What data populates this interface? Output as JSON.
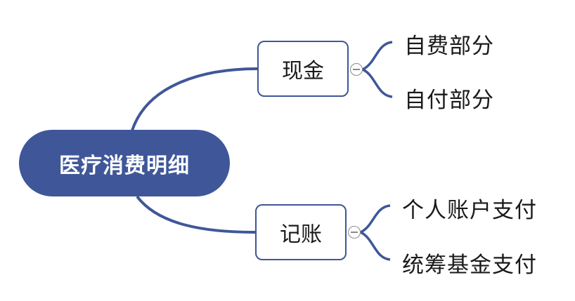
{
  "diagram": {
    "root": {
      "label": "医疗消费明细"
    },
    "branches": [
      {
        "label": "现金",
        "children": [
          "自费部分",
          "自付部分"
        ]
      },
      {
        "label": "记账",
        "children": [
          "个人账户支付",
          "统筹基金支付"
        ]
      }
    ],
    "colors": {
      "root_fill": "#3f5799",
      "connector": "#3f5799",
      "branch_border": "#3f5799",
      "collapse_icon": "#8a8a8a"
    }
  }
}
